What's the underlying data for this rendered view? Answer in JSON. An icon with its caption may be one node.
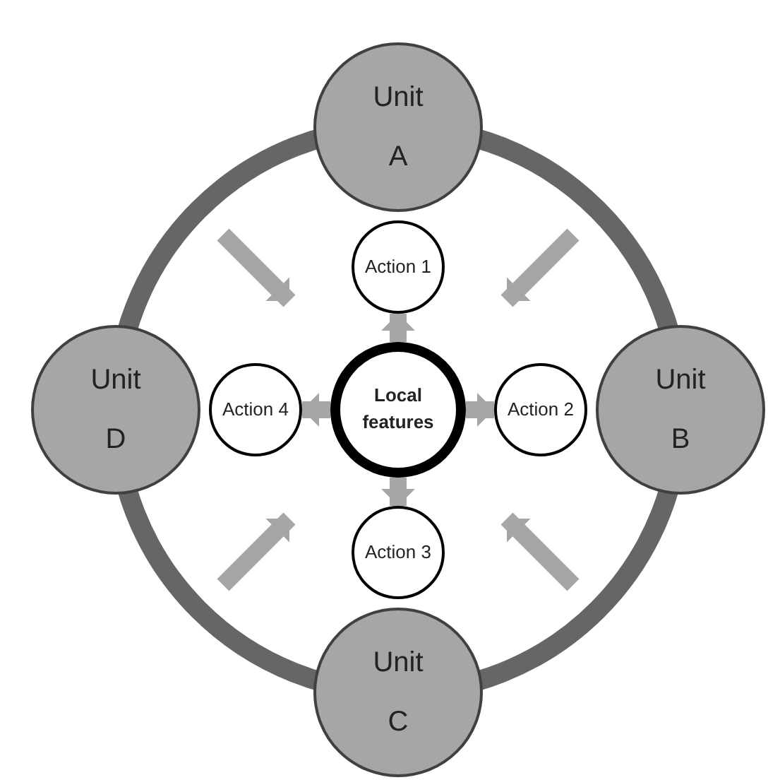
{
  "diagram": {
    "nodes": [
      {
        "text": [
          "Unit A"
        ]
      },
      {
        "text": [
          "Action 1"
        ]
      },
      {
        "text": [
          "Unit D"
        ]
      },
      {
        "text": [
          "Action 4"
        ]
      },
      {
        "text": [
          "Local features"
        ]
      },
      {
        "text": [
          "Action 2"
        ]
      },
      {
        "text": [
          "Unit B"
        ]
      },
      {
        "text": [
          "Action 3"
        ]
      },
      {
        "text": [
          "Unit C"
        ]
      }
    ],
    "edges": [
      {
        "from": 4,
        "to": 1,
        "arrow": "to"
      },
      {
        "from": 4,
        "to": 5,
        "arrow": "to"
      },
      {
        "from": 4,
        "to": 7,
        "arrow": "to"
      },
      {
        "from": 4,
        "to": 3,
        "arrow": "to"
      }
    ]
  }
}
